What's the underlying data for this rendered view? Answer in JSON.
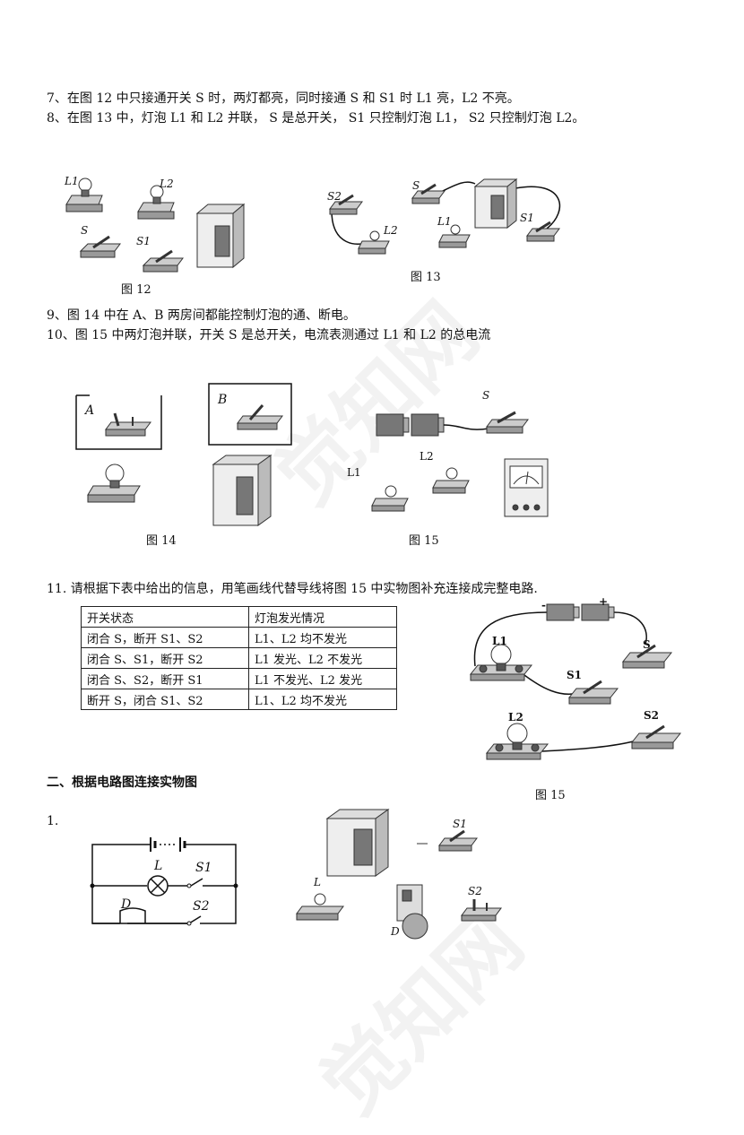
{
  "questions": {
    "q7": "7、在图 12 中只接通开关 S 时，两灯都亮，同时接通 S 和 S1 时 L1 亮，L2 不亮。",
    "q8": "8、在图 13 中，灯泡 L1 和 L2 并联， S 是总开关， S1 只控制灯泡 L1， S2 只控制灯泡 L2。",
    "q9": "9、图 14 中在 A、B 两房间都能控制灯泡的通、断电。",
    "q10": "10、图 15 中两灯泡并联，开关 S 是总开关，电流表测通过 L1 和 L2 的总电流",
    "q11": "11. 请根据下表中给出的信息，用笔画线代替导线将图 15 中实物图补充连接成完整电路."
  },
  "fig12": {
    "caption": "图 12",
    "labels": [
      "L1",
      "L2",
      "S",
      "S1"
    ]
  },
  "fig13": {
    "caption": "图 13",
    "labels": [
      "S2",
      "S",
      "L1",
      "L2",
      "S1"
    ]
  },
  "fig14": {
    "caption": "图 14",
    "labels": [
      "A",
      "B"
    ]
  },
  "fig15a": {
    "caption": "图 15",
    "labels": [
      "S",
      "L1",
      "L2"
    ]
  },
  "fig15b": {
    "caption": "图 15",
    "labels": [
      "L1",
      "L2",
      "S",
      "S1",
      "S2",
      "-",
      "+"
    ]
  },
  "table": {
    "headers": [
      "开关状态",
      "灯泡发光情况"
    ],
    "rows": [
      [
        "闭合 S，断开 S1、S2",
        "L1、L2 均不发光"
      ],
      [
        "闭合 S、S1，断开 S2",
        "L1 发光、L2 不发光"
      ],
      [
        "闭合 S、S2，断开 S1",
        "L1 不发光、L2 发光"
      ],
      [
        "断开 S，闭合 S1、S2",
        "L1、L2 均不发光"
      ]
    ]
  },
  "section2": {
    "title": "二、根据电路图连接实物图",
    "item_number": "1.",
    "circuit_labels": [
      "L",
      "S1",
      "D",
      "S2"
    ],
    "parts_labels": [
      "S1",
      "L",
      "S2",
      "D"
    ]
  },
  "watermark": "觉知网"
}
